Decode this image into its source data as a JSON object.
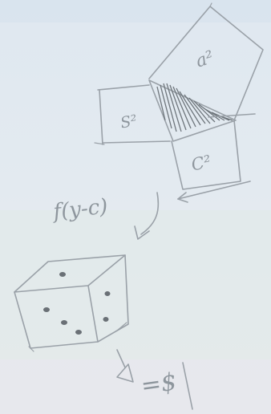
{
  "labels": {
    "a_squared": "a²",
    "s_squared": "S²",
    "c_squared": "C²",
    "function": "f(y-c)",
    "result": "=$"
  },
  "colors": {
    "ink": "#9aa1a8",
    "hatch": "#6e757b",
    "background_top": "#dfe8f0",
    "background_bottom": "#e9eaee"
  },
  "icons": {
    "arrow": "arrow-icon",
    "dice": "dice-icon",
    "dollar": "dollar-icon"
  }
}
